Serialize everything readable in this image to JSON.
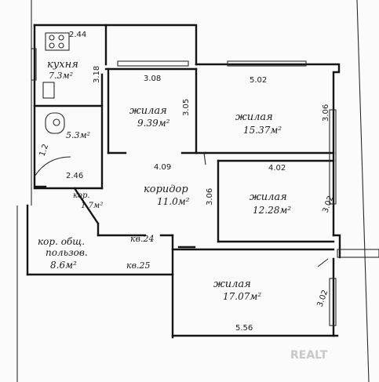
{
  "rooms": {
    "kitchen": {
      "name": "кухня",
      "area": "7.3м²"
    },
    "bath": {
      "area": "5.3м²"
    },
    "living1": {
      "name": "жилая",
      "area": "9.39м²"
    },
    "living2": {
      "name": "жилая",
      "area": "15.37м²"
    },
    "corridor": {
      "name": "коридор",
      "area": "11.0м²"
    },
    "living3": {
      "name": "жилая",
      "area": "12.28м²"
    },
    "hall_small": {
      "name": "кор.",
      "area": "1.7м²"
    },
    "shared_corridor": {
      "line1": "кор. общ.",
      "line2": "пользов.",
      "area": "8.6м²"
    },
    "living4": {
      "name": "жилая",
      "area": "17.07м²"
    }
  },
  "dimensions": {
    "d1": "2.44",
    "d2": "3.18",
    "d3": "3.08",
    "d4": "3.05",
    "d5": "5.02",
    "d6": "3.06",
    "d7": "4.09",
    "d8": "4.02",
    "d9": "3.06",
    "d10": "3.02",
    "d11": "2.46",
    "d12": "5.56",
    "d13": "3.02"
  },
  "labels": {
    "kv24": "кв.24",
    "kv25": "кв.25",
    "stair": "1.2"
  },
  "watermark": "REALT"
}
